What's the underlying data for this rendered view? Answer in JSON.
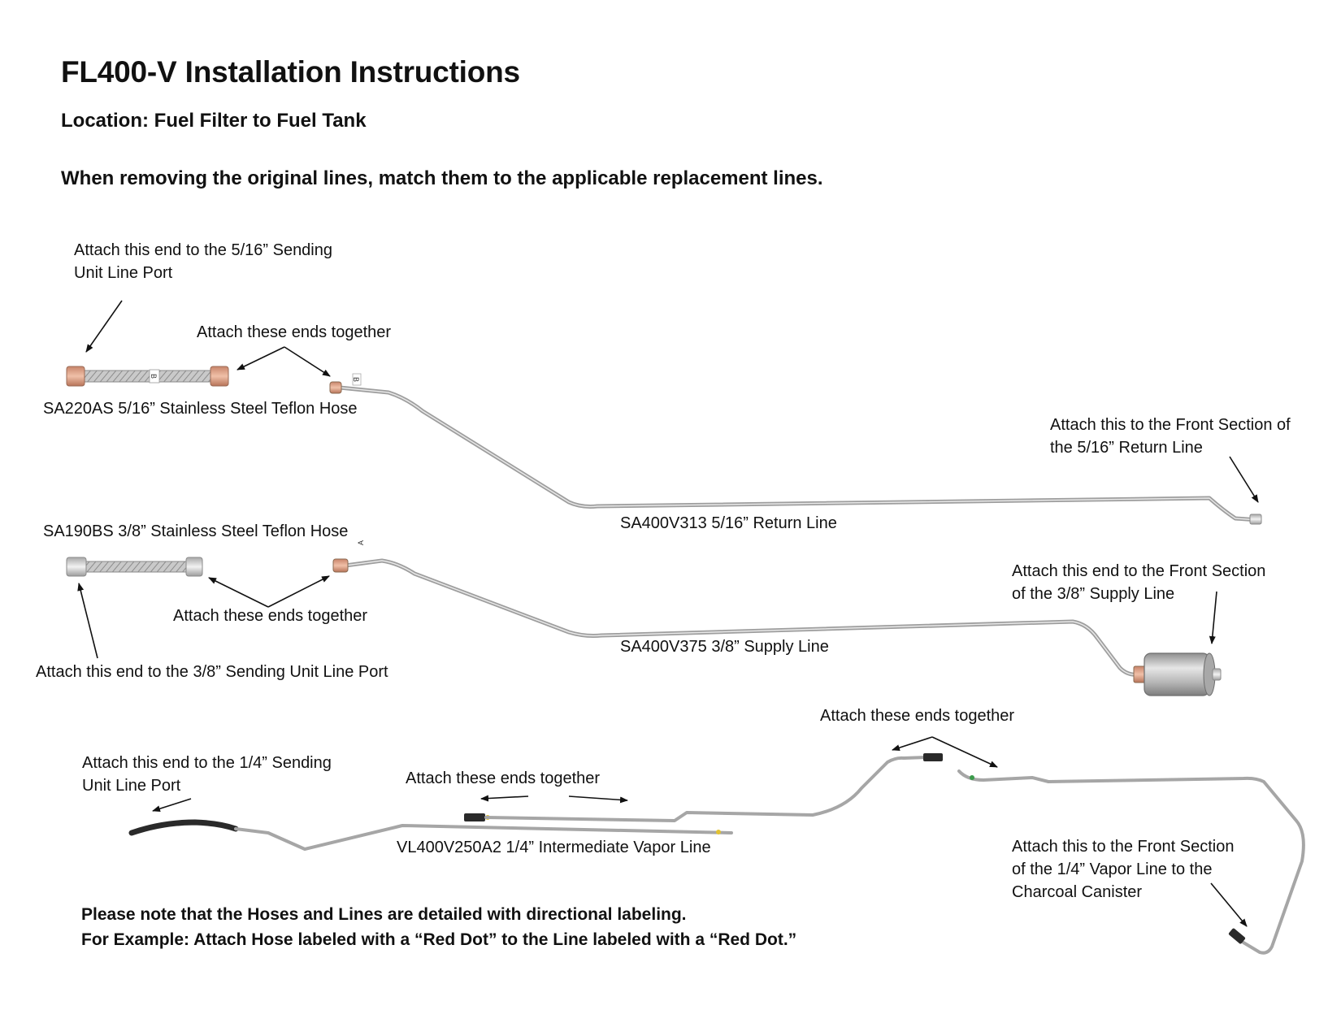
{
  "header": {
    "title": "FL400-V Installation Instructions",
    "location": "Location: Fuel Filter to Fuel Tank",
    "instruction": "When removing the original lines, match them to the applicable replacement lines."
  },
  "return_section": {
    "callout_sending_port": [
      "Attach this end to the 5/16” Sending",
      "Unit Line Port"
    ],
    "callout_join": "Attach these ends together",
    "hose_label": "SA220AS 5/16” Stainless Steel Teflon Hose",
    "hose_tag": "B",
    "line_tag": "B",
    "callout_front": [
      "Attach this to the Front Section of",
      "the 5/16” Return Line"
    ],
    "line_label": "SA400V313 5/16” Return Line"
  },
  "supply_section": {
    "hose_label": "SA190BS 3/8” Stainless Steel Teflon Hose",
    "line_tag": "A",
    "callout_join": "Attach these ends together",
    "callout_sending_port": "Attach this end to the 3/8” Sending Unit Line Port",
    "callout_front": [
      "Attach this end to the Front Section",
      "of the 3/8” Supply Line"
    ],
    "line_label": "SA400V375 3/8” Supply Line"
  },
  "vapor_section": {
    "callout_sending_port": [
      "Attach this end to the 1/4” Sending",
      "Unit Line Port"
    ],
    "callout_join_left": "Attach these ends together",
    "callout_join_right": "Attach these ends together",
    "intermediate_label": "VL400V250A2 1/4” Intermediate Vapor Line",
    "callout_front": [
      "Attach this to the Front Section",
      "of the 1/4” Vapor Line to the",
      "Charcoal Canister"
    ]
  },
  "footer_note": {
    "line1": "Please note that the Hoses and Lines are detailed with directional labeling.",
    "line2": "For Example: Attach Hose labeled with a “Red Dot” to the Line labeled with a “Red Dot.”"
  },
  "colors": {
    "tube": "#b3b3b3",
    "tube_highlight": "#e4e4e4",
    "braid": "#9a9a9a",
    "fitting_copper": "#d9a48a",
    "fitting_silver": "#dcdcdc",
    "filter_body": "#c4c4c4",
    "rubber_hose": "#2a2a2a",
    "red_dot": "#d23b2a",
    "green_dot": "#3a9a4a",
    "yellow_dot": "#e2c232"
  }
}
